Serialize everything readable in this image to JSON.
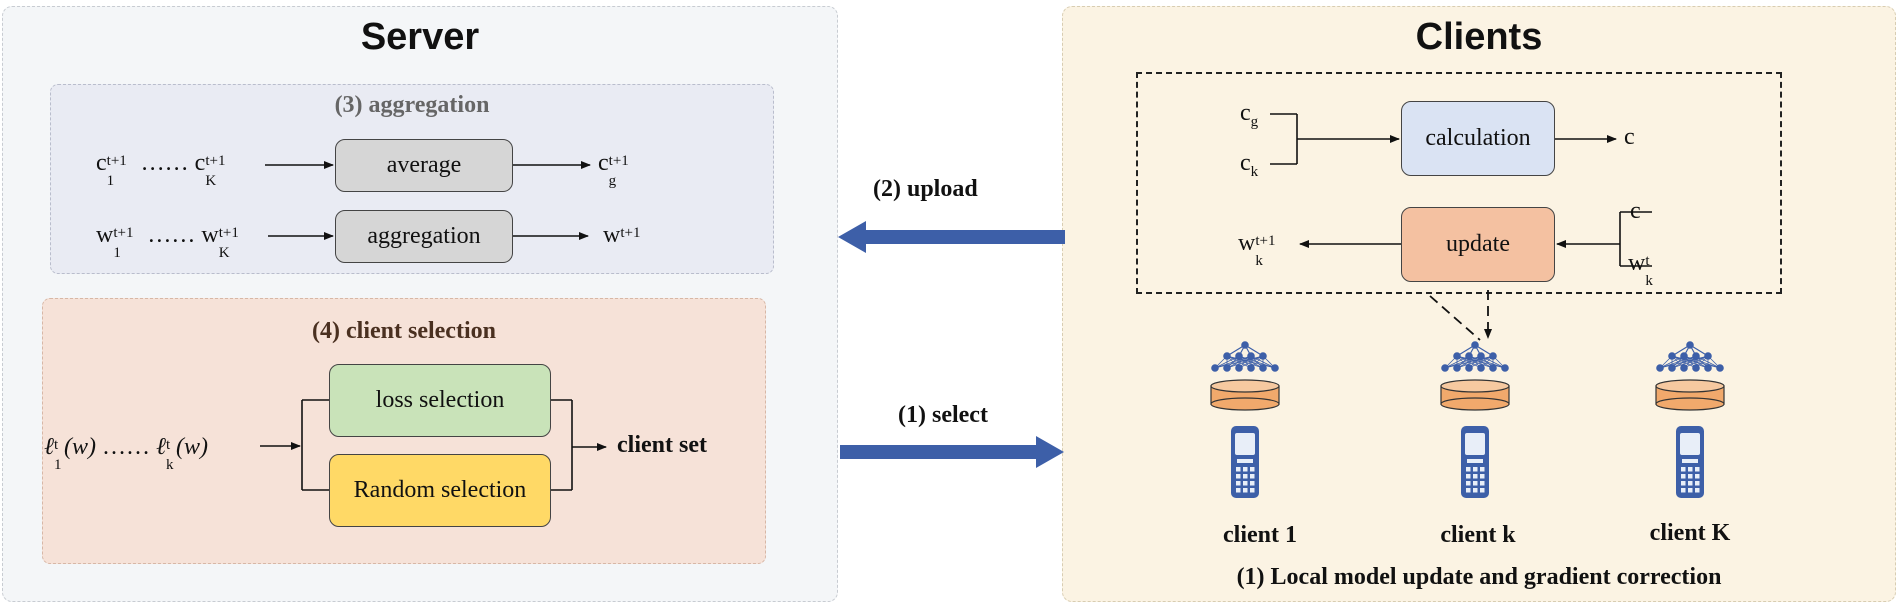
{
  "server": {
    "title": "Server",
    "aggregation": {
      "heading": "(3) aggregation",
      "average_label": "average",
      "aggregation_label": "aggregation",
      "c1": "c",
      "c1_sub": "1",
      "c1_sup": "t+1",
      "dots": "……",
      "cK": "c",
      "cK_sub": "K",
      "cK_sup": "t+1",
      "cg": "c",
      "cg_sub": "g",
      "cg_sup": "t+1",
      "w1": "w",
      "w1_sub": "1",
      "w1_sup": "t+1",
      "wK": "w",
      "wK_sub": "K",
      "wK_sup": "t+1",
      "w_out": "w",
      "w_out_sup": "t+1"
    },
    "selection": {
      "heading": "(4) client selection",
      "loss_label": "loss selection",
      "random_label": "Random selection",
      "client_set_label": "client set",
      "l1": "ℓ",
      "l1_sub": "1",
      "l1_sup": "t",
      "l1_arg": "(w)",
      "dots": "……",
      "lk": "ℓ",
      "lk_sub": "k",
      "lk_sup": "t",
      "lk_arg": "(w)"
    }
  },
  "arrows": {
    "upload_label": "(2) upload",
    "select_label": "(1) select",
    "color": "#3d5fa8"
  },
  "clients": {
    "title": "Clients",
    "calc_label": "calculation",
    "update_label": "update",
    "cg": "c",
    "cg_sub": "g",
    "ck": "c",
    "ck_sub": "k",
    "c_out": "c",
    "c_in": "c",
    "wk_in": "w",
    "wk_in_sub": "k",
    "wk_in_sup": "t",
    "wk_out": "w",
    "wk_out_sub": "k",
    "wk_out_sup": "t+1",
    "client_labels": [
      "client 1",
      "client k",
      "client K"
    ],
    "footer": "(1) Local model update and gradient correction"
  },
  "colors": {
    "average_box": "#d6d6d6",
    "loss_box": "#c9e3b9",
    "random_box": "#ffd966",
    "calc_box": "#dae3f3",
    "update_box": "#f4c1a1",
    "icon_blue": "#3d5fa8",
    "db_orange": "#f1a96c"
  }
}
